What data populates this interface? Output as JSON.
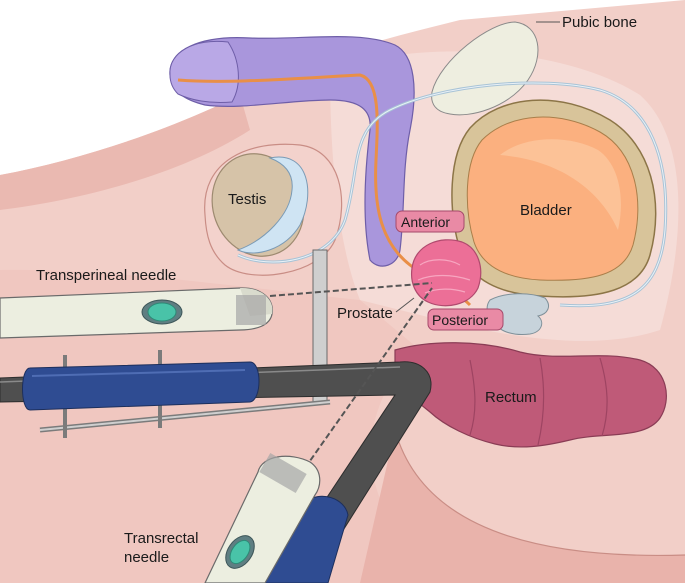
{
  "labels": {
    "pubic_bone": "Pubic bone",
    "testis": "Testis",
    "bladder": "Bladder",
    "anterior": "Anterior",
    "posterior": "Posterior",
    "prostate": "Prostate",
    "rectum": "Rectum",
    "transperineal_needle": "Transperineal needle",
    "transrectal_needle_line1": "Transrectal",
    "transrectal_needle_line2": "needle"
  },
  "colors": {
    "skin": "#f2cfc8",
    "skin_dark": "#e4aea7",
    "penis": "#a996dc",
    "bladder": "#fbb07f",
    "bladder_wall": "#b79e6a",
    "prostate": "#ec6f97",
    "rectum": "#bf5a78",
    "urethra": "#e98f47",
    "probe_blue": "#2f4c92",
    "probe_dark": "#555555",
    "needle_body": "#eceee0",
    "tag_fill": "#e98aa5"
  }
}
